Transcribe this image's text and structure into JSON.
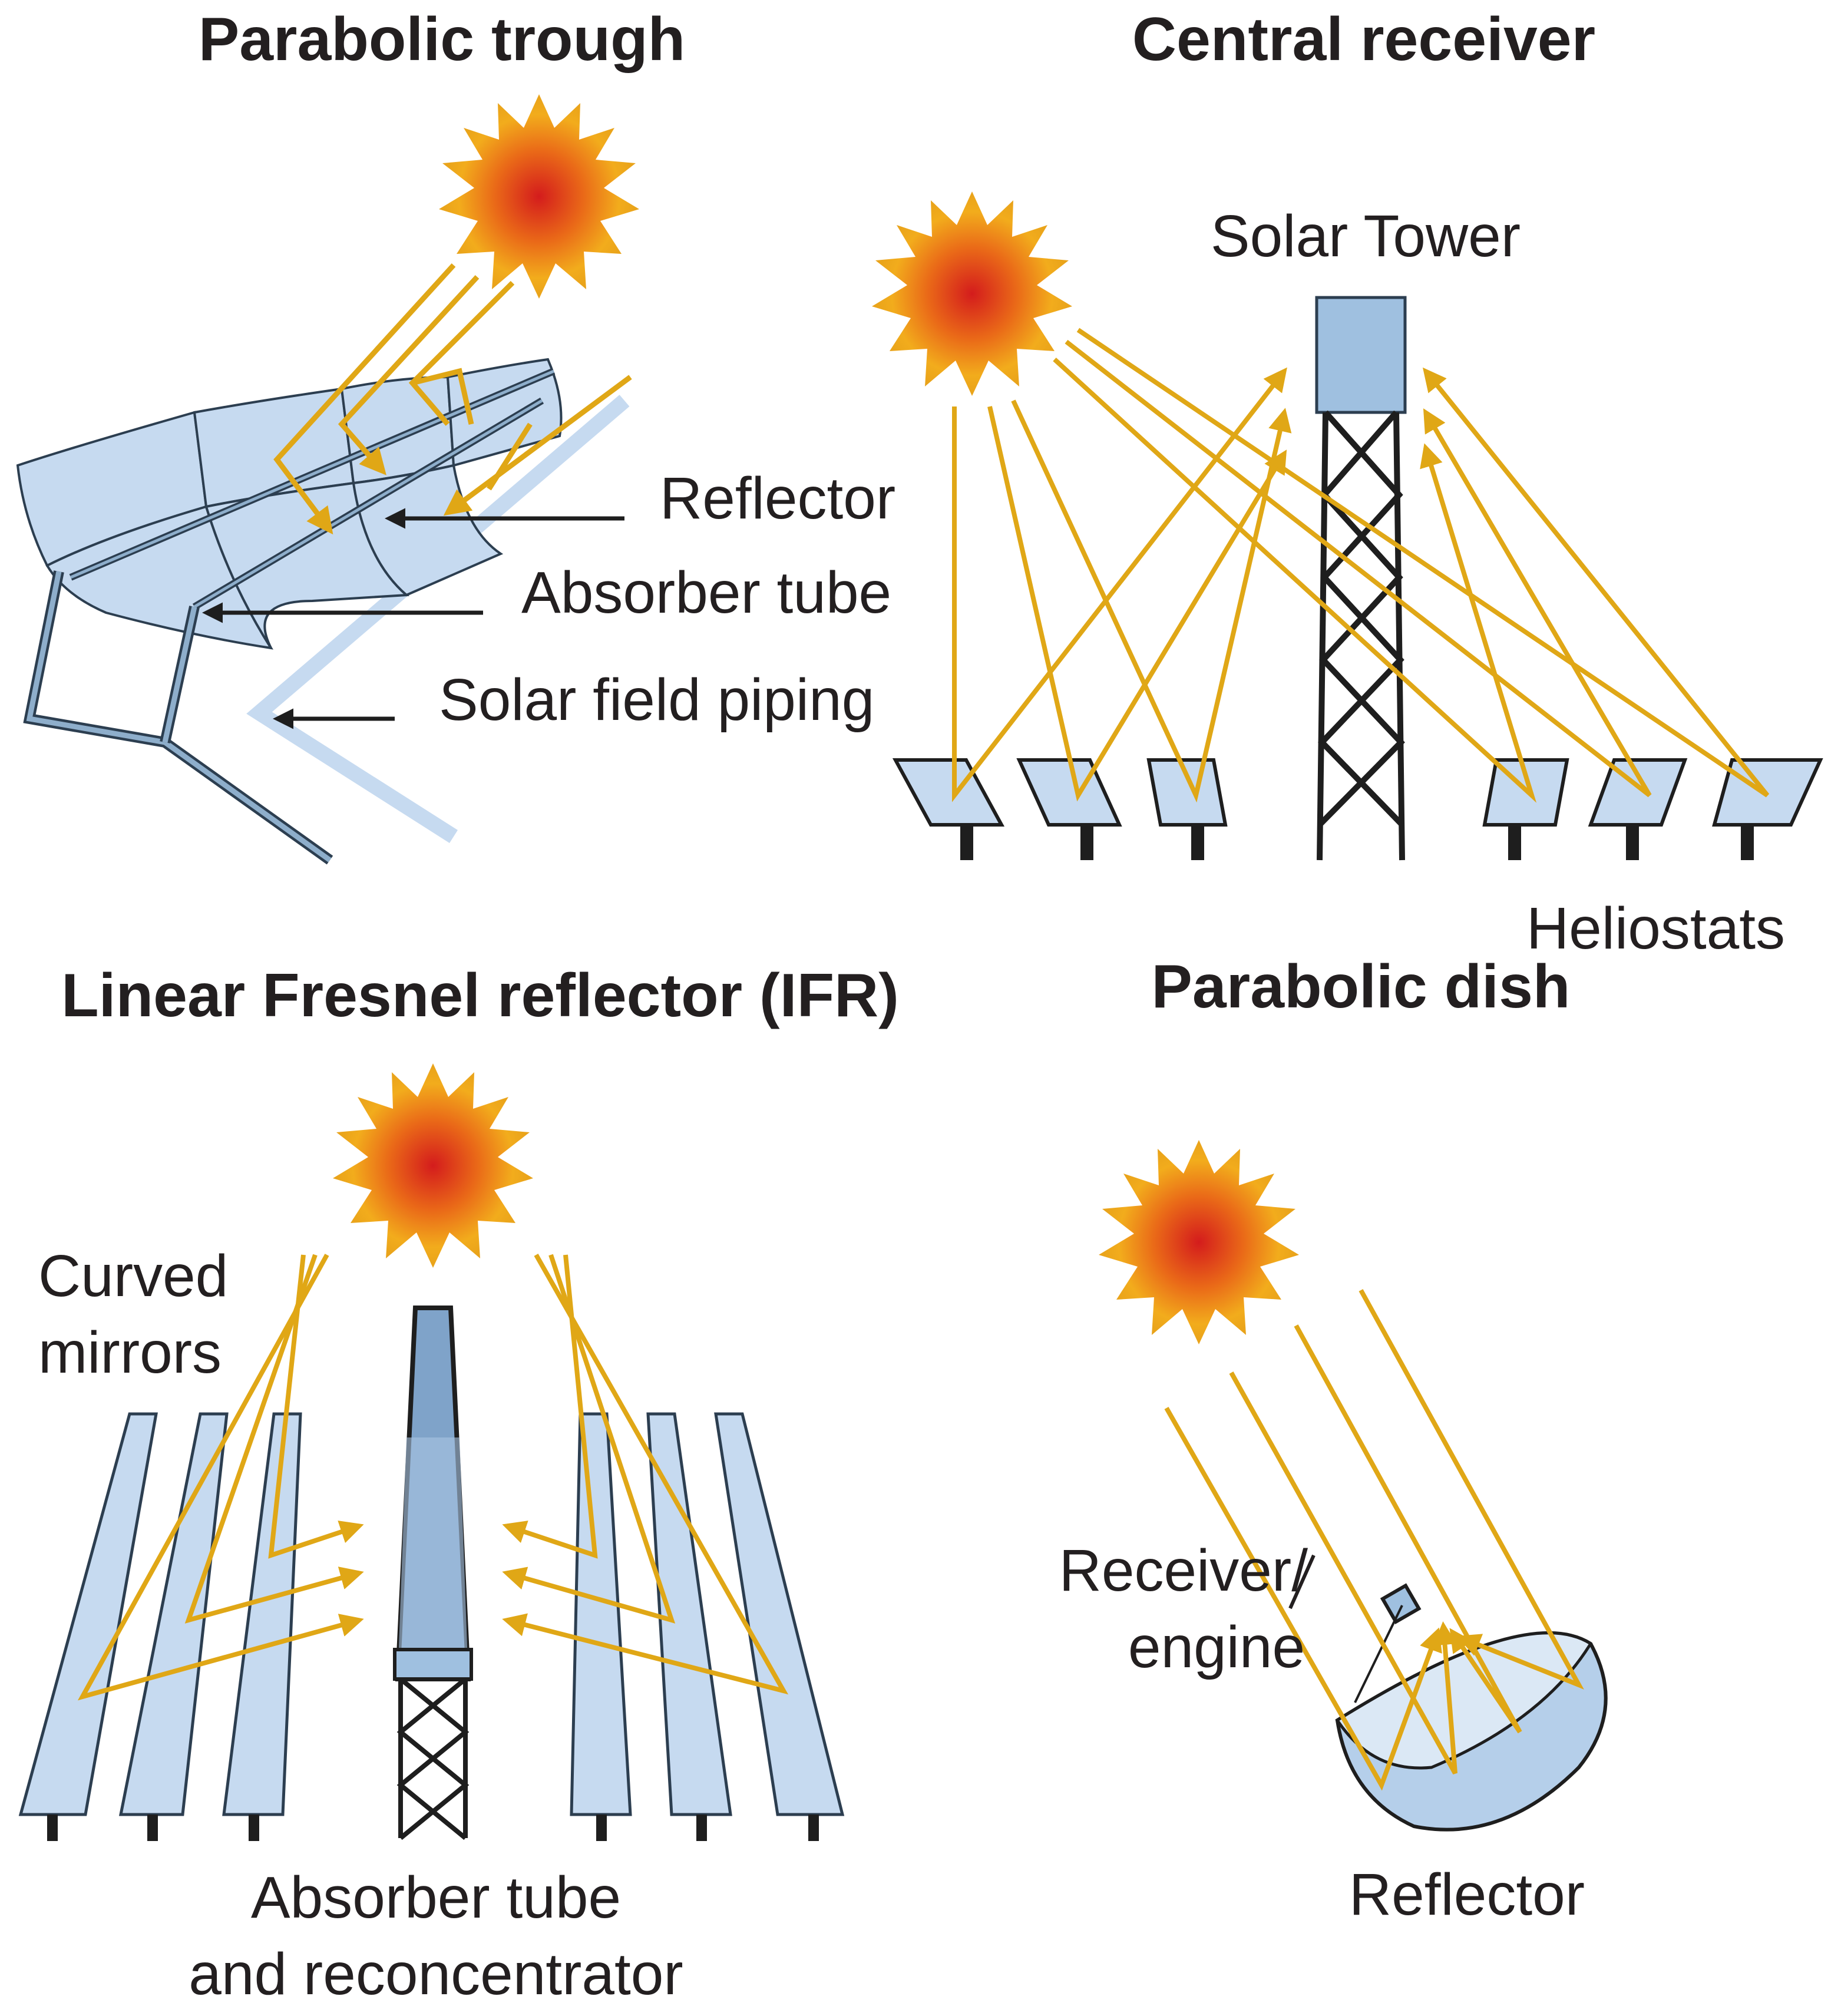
{
  "colors": {
    "ray": "#e0a716",
    "panel_fill": "#c6daf0",
    "panel_stroke": "#2c3e50",
    "structure": "#1e1e1e",
    "sun_outer": "#f2b01e",
    "sun_inner": "#d81e1e",
    "text": "#231f20"
  },
  "icons": [
    "sun-icon",
    "arrow-icon",
    "tower-icon",
    "heliostat-icon"
  ],
  "panels": {
    "parabolic_trough": {
      "title": "Parabolic trough",
      "labels": {
        "reflector": "Reflector",
        "absorber_tube": "Absorber tube",
        "solar_field_piping": "Solar field piping"
      }
    },
    "central_receiver": {
      "title": "Central receiver",
      "labels": {
        "solar_tower": "Solar Tower",
        "heliostats": "Heliostats"
      }
    },
    "linear_fresnel": {
      "title": "Linear Fresnel reflector (IFR)",
      "labels": {
        "curved_mirrors_line1": "Curved",
        "curved_mirrors_line2": "mirrors",
        "absorber_line1": "Absorber tube",
        "absorber_line2": "and reconcentrator"
      }
    },
    "parabolic_dish": {
      "title": "Parabolic dish",
      "labels": {
        "receiver_line1": "Receiver/",
        "receiver_line2": "engine",
        "reflector": "Reflector"
      }
    }
  }
}
